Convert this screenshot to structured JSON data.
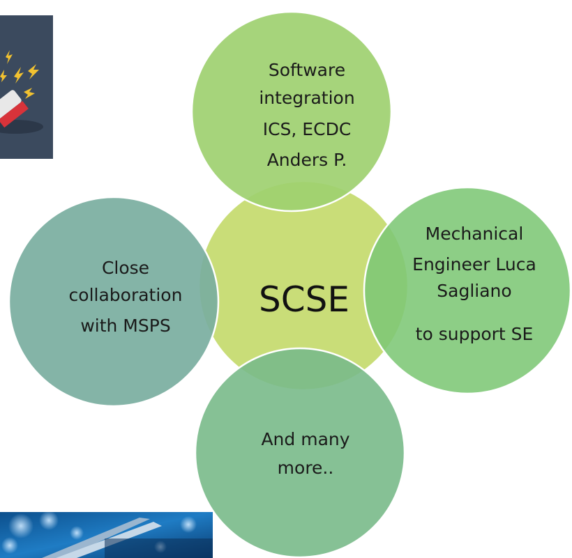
{
  "diagram": {
    "hub": {
      "label": "SCSE",
      "color": "#c9dd78"
    },
    "nodes": [
      {
        "id": "top",
        "color": "#9ed070",
        "lines": [
          "Software",
          "integration",
          "ICS, ECDC",
          "Anders P."
        ]
      },
      {
        "id": "right",
        "color": "#7dc775",
        "lines": [
          "Mechanical",
          "Engineer Luca",
          "Sagliano",
          "to support SE"
        ]
      },
      {
        "id": "bottom",
        "color": "#79ba8a",
        "lines": [
          "And many",
          "more.."
        ]
      },
      {
        "id": "left",
        "color": "#7aaea0",
        "lines": [
          "Close",
          "collaboration",
          "with MSPS"
        ]
      }
    ]
  },
  "images": [
    {
      "name": "magnet-illustration",
      "icon": "magnet-with-sparks"
    },
    {
      "name": "lab-tweezers-photo",
      "icon": "tweezers-photo"
    }
  ]
}
